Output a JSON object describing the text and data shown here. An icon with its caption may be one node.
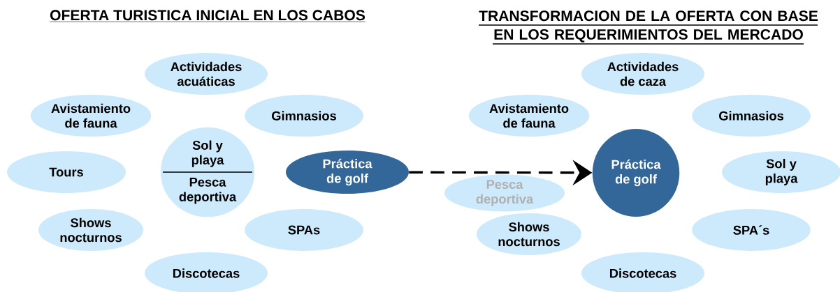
{
  "diagram": {
    "nodes": [
      {
        "text": [
          "Actividades acuáticas"
        ]
      },
      {
        "text": [
          "Avistamiento de fauna"
        ]
      },
      {
        "text": [
          "Gimnasios"
        ]
      },
      {
        "text": [
          "Sol y playa",
          "Pesca deportiva"
        ]
      },
      {
        "text": [
          "Tours"
        ]
      },
      {
        "text": [
          "Práctica de golf"
        ]
      },
      {
        "text": [
          "Shows nocturnos"
        ]
      },
      {
        "text": [
          "SPAs"
        ]
      },
      {
        "text": [
          "Discotecas"
        ]
      },
      {
        "text": [
          "Actividades de caza"
        ]
      },
      {
        "text": [
          "Avistamiento de fauna"
        ]
      },
      {
        "text": [
          "Gimnasios"
        ]
      },
      {
        "text": [
          "Pesca deportiva"
        ]
      },
      {
        "text": [
          "Práctica de golf"
        ]
      },
      {
        "text": [
          "Sol y playa"
        ]
      },
      {
        "text": [
          "Shows nocturnos"
        ]
      },
      {
        "text": [
          "SPA´s"
        ]
      },
      {
        "text": [
          "Discotecas"
        ]
      }
    ],
    "edges": [
      {
        "from": 5,
        "to": 13,
        "arrow": "to",
        "style": "dashed"
      }
    ],
    "labels": [
      "OFERTA TURISTICA INICIAL EN LOS CABOS",
      "TRANSFORMACION DE LA OFERTA CON BASE EN LOS REQUERIMIENTOS DEL MERCADO"
    ]
  }
}
